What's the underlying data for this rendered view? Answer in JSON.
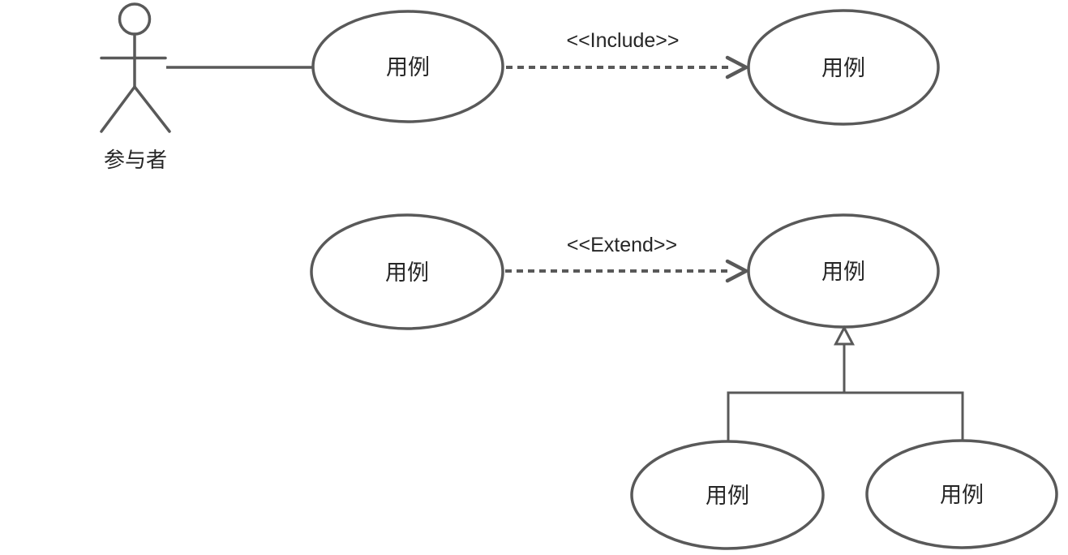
{
  "diagram": {
    "type": "uml-use-case-diagram",
    "colors": {
      "stroke": "#595959",
      "text": "#262626",
      "background": "#ffffff"
    },
    "actor": {
      "label": "参与者"
    },
    "use_cases": [
      {
        "id": "uc-top-left",
        "label": "用例"
      },
      {
        "id": "uc-top-right",
        "label": "用例"
      },
      {
        "id": "uc-mid-left",
        "label": "用例"
      },
      {
        "id": "uc-mid-right",
        "label": "用例"
      },
      {
        "id": "uc-bottom-left",
        "label": "用例"
      },
      {
        "id": "uc-bottom-right",
        "label": "用例"
      }
    ],
    "relationships": {
      "association": {
        "type": "association",
        "from": "actor",
        "to": "uc-top-left"
      },
      "include": {
        "type": "include",
        "label": "<<Include>>",
        "from": "uc-top-left",
        "to": "uc-top-right"
      },
      "extend": {
        "type": "extend",
        "label": "<<Extend>>",
        "from": "uc-mid-left",
        "to": "uc-mid-right"
      },
      "generalization": {
        "type": "generalization",
        "parent": "uc-mid-right",
        "children": [
          "uc-bottom-left",
          "uc-bottom-right"
        ]
      }
    }
  }
}
